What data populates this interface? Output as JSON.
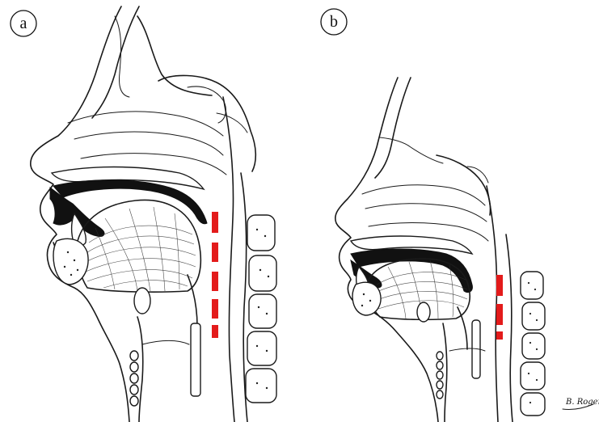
{
  "panels": [
    {
      "id": "a",
      "label": "a"
    },
    {
      "id": "b",
      "label": "b"
    }
  ],
  "signature": "B. Roger",
  "colors": {
    "airway_marker": "#e31b1b",
    "ink": "#1a1a1a",
    "background": "#ffffff"
  }
}
